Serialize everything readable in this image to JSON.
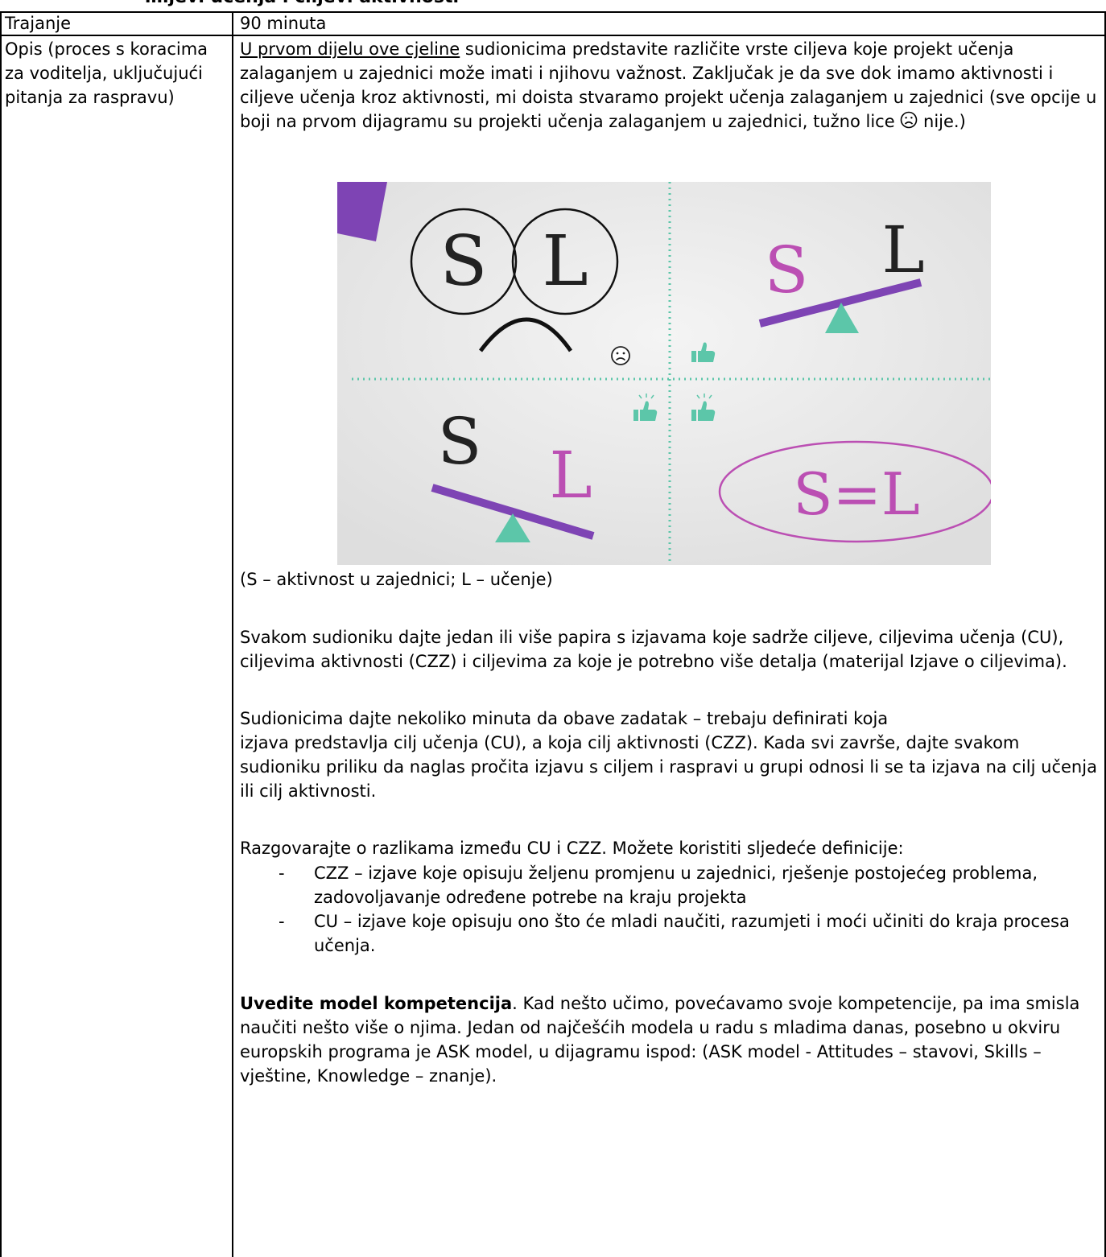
{
  "header_cut": "…ljevi učenja i ciljevi aktivnosti",
  "rows": {
    "duration": {
      "label": "Trajanje",
      "value": "90 minuta"
    },
    "description": {
      "label": "Opis (proces s koracima za voditelja, uključujući pitanja za raspravu)"
    }
  },
  "intro": {
    "underlined": "U prvom dijelu ove cjeline",
    "text": " sudionicima predstavite različite vrste ciljeva koje projekt učenja zalaganjem u zajednici može imati i njihovu važnost. Zaključak je da sve dok imamo aktivnosti i ciljeve učenja kroz aktivnosti, mi doista stvaramo projekt učenja zalaganjem u zajednici (sve opcije u boji na prvom dijagramu su projekti učenja zalaganjem u zajednici, tužno lice ",
    "text_end": " nije.)"
  },
  "diagram": {
    "q1_left": "S",
    "q1_right": "L",
    "q2_left": "S",
    "q2_right": "L",
    "q3_left": "S",
    "q3_right": "L",
    "q4": "S=L"
  },
  "caption": "(S – aktivnost u zajednici; L – učenje)",
  "paragraphs": {
    "p1": "Svakom sudioniku dajte jedan ili više papira s izjavama koje sadrže ciljeve, ciljevima učenja (CU), ciljevima aktivnosti (CZZ) i ciljevima za koje je potrebno više detalja (materijal Izjave o ciljevima).",
    "p2a": "Sudionicima dajte nekoliko minuta da obave zadatak – trebaju definirati koja",
    "p2b": "izjava predstavlja cilj učenja (CU), a koja cilj aktivnosti (CZZ). Kada svi završe, dajte svakom sudioniku priliku da naglas pročita izjavu s ciljem i raspravi u grupi odnosi li se ta izjava na cilj učenja ili cilj aktivnosti.",
    "p3": "Razgovarajte o razlikama između CU i CZZ. Možete koristiti sljedeće definicije:",
    "list": [
      "CZZ – izjave koje opisuju željenu promjenu u zajednici, rješenje postojećeg problema, zadovoljavanje određene potrebe na kraju projekta",
      "CU – izjave koje opisuju ono što će mladi naučiti, razumjeti i moći učiniti do kraja procesa učenja."
    ],
    "list_dash": "-",
    "p4_bold": "Uvedite model kompetencija",
    "p4_text": ". Kad nešto učimo, povećavamo svoje kompetencije, pa ima smisla naučiti nešto više o njima. Jedan od najčešćih modela u radu s mladima danas, posebno u okviru europskih programa je ASK model, u dijagramu ispod: (ASK model - Attitudes – stavovi, Skills – vještine, Knowledge – znanje)."
  },
  "colors": {
    "purple": "#7e44b4",
    "teal": "#5cc6a9",
    "magenta": "#bb4fb3",
    "paper": "#ececec"
  }
}
